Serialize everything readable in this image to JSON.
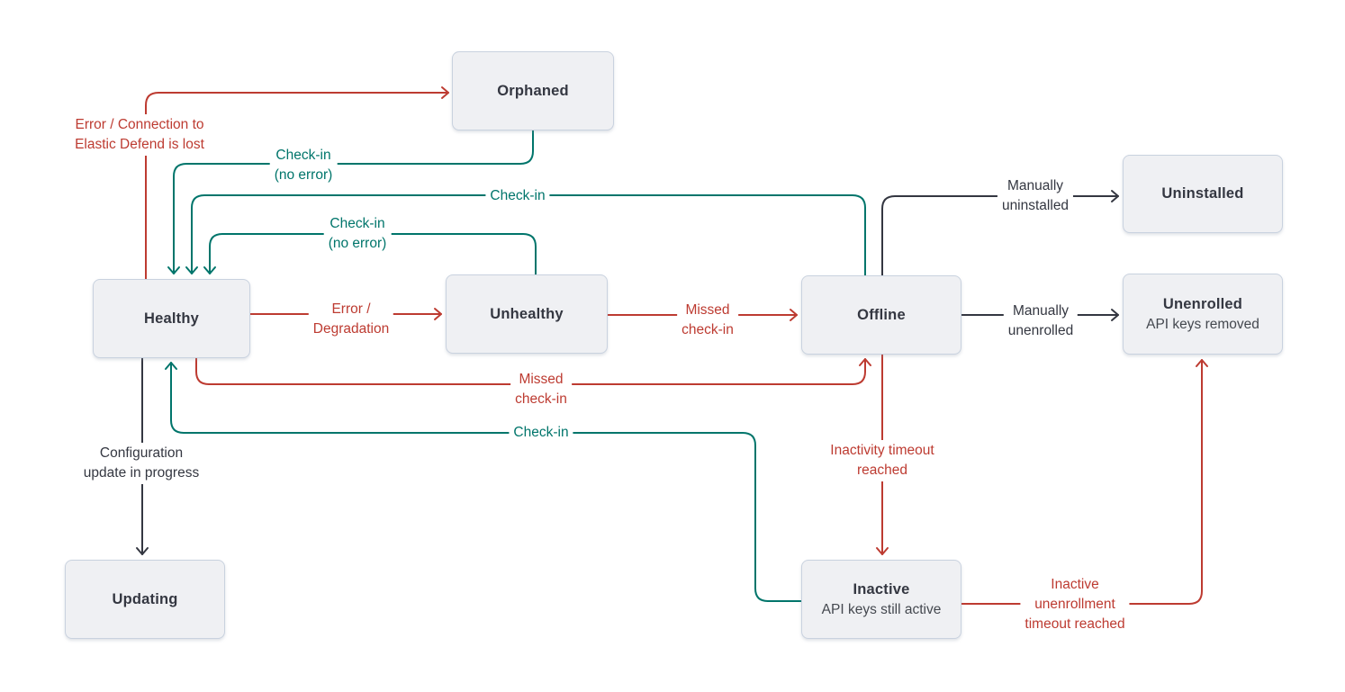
{
  "colors": {
    "red": "#BD3B31",
    "teal": "#00756B",
    "dark": "#343741",
    "node_fill": "#EFF0F3",
    "node_border": "#C9D2DF"
  },
  "nodes": {
    "orphaned": {
      "label": "Orphaned"
    },
    "healthy": {
      "label": "Healthy"
    },
    "unhealthy": {
      "label": "Unhealthy"
    },
    "offline": {
      "label": "Offline"
    },
    "uninstalled": {
      "label": "Uninstalled"
    },
    "unenrolled": {
      "label": "Unenrolled",
      "sublabel": "API keys removed"
    },
    "updating": {
      "label": "Updating"
    },
    "inactive": {
      "label": "Inactive",
      "sublabel": "API keys still active"
    }
  },
  "edge_labels": {
    "error_connection": "Error / Connection to\nElastic Defend is lost",
    "checkin_noerror_1": "Check-in\n(no error)",
    "checkin_offline": "Check-in",
    "checkin_noerror_2": "Check-in\n(no error)",
    "error_degradation": "Error /\nDegradation",
    "missed_checkin_1": "Missed\ncheck-in",
    "manually_uninstalled": "Manually\nuninstalled",
    "manually_unenrolled": "Manually\nunenrolled",
    "missed_checkin_2": "Missed\ncheck-in",
    "checkin_inactive": "Check-in",
    "config_update": "Configuration\nupdate in progress",
    "inactivity_timeout": "Inactivity timeout\nreached",
    "inactive_unenrollment": "Inactive\nunenrollment\ntimeout reached"
  },
  "edges": [
    {
      "from": "Healthy",
      "to": "Orphaned",
      "label": "Error / Connection to Elastic Defend is lost",
      "color": "red"
    },
    {
      "from": "Orphaned",
      "to": "Healthy",
      "label": "Check-in (no error)",
      "color": "teal"
    },
    {
      "from": "Offline",
      "to": "Healthy",
      "label": "Check-in",
      "color": "teal"
    },
    {
      "from": "Unhealthy",
      "to": "Healthy",
      "label": "Check-in (no error)",
      "color": "teal"
    },
    {
      "from": "Healthy",
      "to": "Unhealthy",
      "label": "Error / Degradation",
      "color": "red"
    },
    {
      "from": "Unhealthy",
      "to": "Offline",
      "label": "Missed check-in",
      "color": "red"
    },
    {
      "from": "Offline",
      "to": "Uninstalled",
      "label": "Manually uninstalled",
      "color": "dark"
    },
    {
      "from": "Offline",
      "to": "Unenrolled",
      "label": "Manually unenrolled",
      "color": "dark"
    },
    {
      "from": "Healthy",
      "to": "Offline",
      "label": "Missed check-in",
      "color": "red"
    },
    {
      "from": "Inactive",
      "to": "Healthy",
      "label": "Check-in",
      "color": "teal"
    },
    {
      "from": "Healthy",
      "to": "Updating",
      "label": "Configuration update in progress",
      "color": "dark"
    },
    {
      "from": "Offline",
      "to": "Inactive",
      "label": "Inactivity timeout reached",
      "color": "red"
    },
    {
      "from": "Inactive",
      "to": "Unenrolled",
      "label": "Inactive unenrollment timeout reached",
      "color": "red"
    }
  ]
}
